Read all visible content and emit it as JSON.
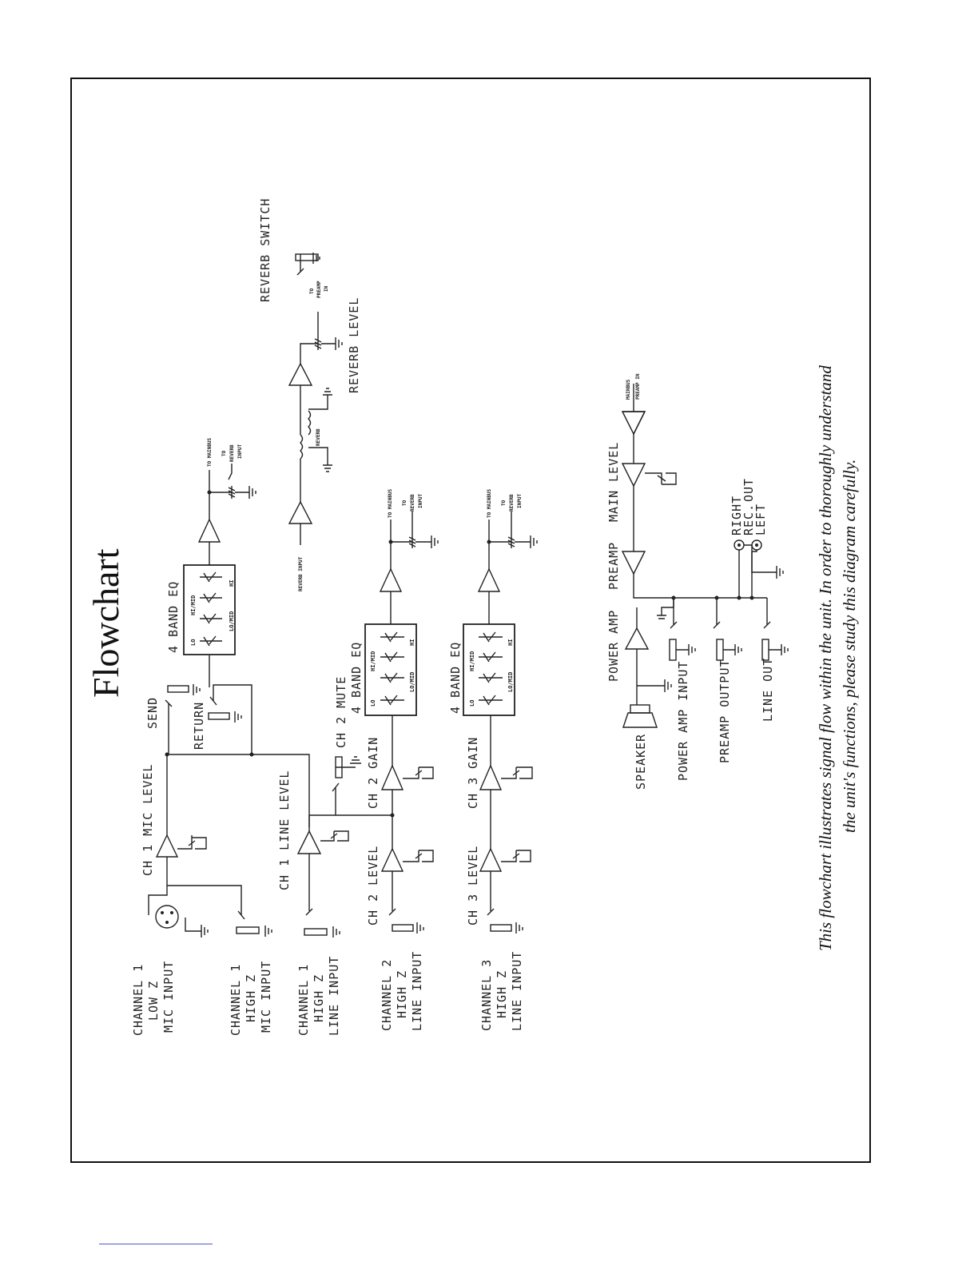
{
  "title": "Flowchart",
  "caption": [
    "This flowchart illustrates signal flow within the unit. In order to thoroughly understand",
    "the unit's functions, please study this diagram carefully."
  ],
  "inputs": {
    "ch1_low_z_mic": [
      "CHANNEL 1",
      "LOW Z",
      "MIC INPUT"
    ],
    "ch1_high_z_mic": [
      "CHANNEL 1",
      "HIGH Z",
      "MIC INPUT"
    ],
    "ch1_high_z_line": [
      "CHANNEL 1",
      "HIGH Z",
      "LINE INPUT"
    ],
    "ch2_high_z_line": [
      "CHANNEL 2",
      "HIGH Z",
      "LINE INPUT"
    ],
    "ch3_high_z_line": [
      "CHANNEL 3",
      "HIGH Z",
      "LINE INPUT"
    ]
  },
  "stages": {
    "ch1_mic_level": "CH 1 MIC LEVEL",
    "ch1_line_level": "CH 1 LINE LEVEL",
    "send": "SEND",
    "return": "RETURN",
    "ch2_mute": "CH 2 MUTE",
    "ch2_gain": "CH 2 GAIN",
    "ch2_level": "CH 2 LEVEL",
    "ch3_gain": "CH 3 GAIN",
    "ch3_level": "CH 3 LEVEL",
    "four_band_eq": "4 BAND EQ",
    "reverb_switch": "REVERB SWITCH",
    "reverb_level": "REVERB LEVEL",
    "power_amp": "POWER AMP",
    "preamp": "PREAMP",
    "main_level": "MAIN LEVEL",
    "speaker": "SPEAKER",
    "power_amp_input": "POWER AMP INPUT",
    "preamp_output": "PREAMP OUTPUT",
    "line_out": "LINE OUT",
    "rec_out_right": "RIGHT",
    "rec_out_rec": "REC.",
    "rec_out_left": "LEFT",
    "rec_out_out": "OUT"
  },
  "eq_bands": {
    "lo": "LO",
    "lo_mid": "LO/MID",
    "hi_mid": "HI/MID",
    "hi": "HI"
  },
  "small_labels": {
    "to_mainbus": "TO MAINBUS",
    "to": "TO",
    "reverb": "REVERB",
    "input": "INPUT",
    "preamp": "PREAMP",
    "in": "IN",
    "reverb_input": "REVERB INPUT",
    "reverb_coil": "REVERB",
    "mainbus": "MAINBUS",
    "preamp_in": "PREAMP IN"
  }
}
